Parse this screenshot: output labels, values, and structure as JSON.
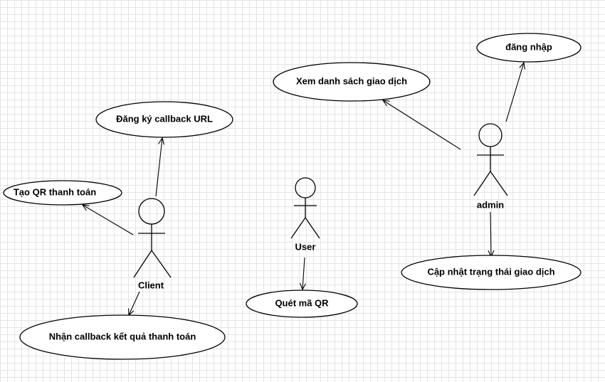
{
  "actors": {
    "client": {
      "label": "Client"
    },
    "user": {
      "label": "User"
    },
    "admin": {
      "label": "admin"
    }
  },
  "use_cases": {
    "dang_ky_callback": "Đăng ký callback URL",
    "tao_qr": "Tạo QR thanh toán",
    "nhan_callback": "Nhận callback kết quả thanh toán",
    "quet_ma_qr": "Quét mã QR",
    "xem_danh_sach": "Xem danh sách giao dịch",
    "dang_nhap": "đăng nhập",
    "cap_nhat": "Cập nhật trạng thái giao dịch"
  },
  "associations": [
    {
      "from": "Client",
      "to": "Đăng ký callback URL"
    },
    {
      "from": "Client",
      "to": "Tạo QR thanh toán"
    },
    {
      "from": "Client",
      "to": "Nhận callback kết quả thanh toán"
    },
    {
      "from": "User",
      "to": "Quét mã QR"
    },
    {
      "from": "admin",
      "to": "Xem danh sách giao dịch"
    },
    {
      "from": "admin",
      "to": "đăng nhập"
    },
    {
      "from": "admin",
      "to": "Cập nhật trạng thái giao dịch"
    }
  ]
}
